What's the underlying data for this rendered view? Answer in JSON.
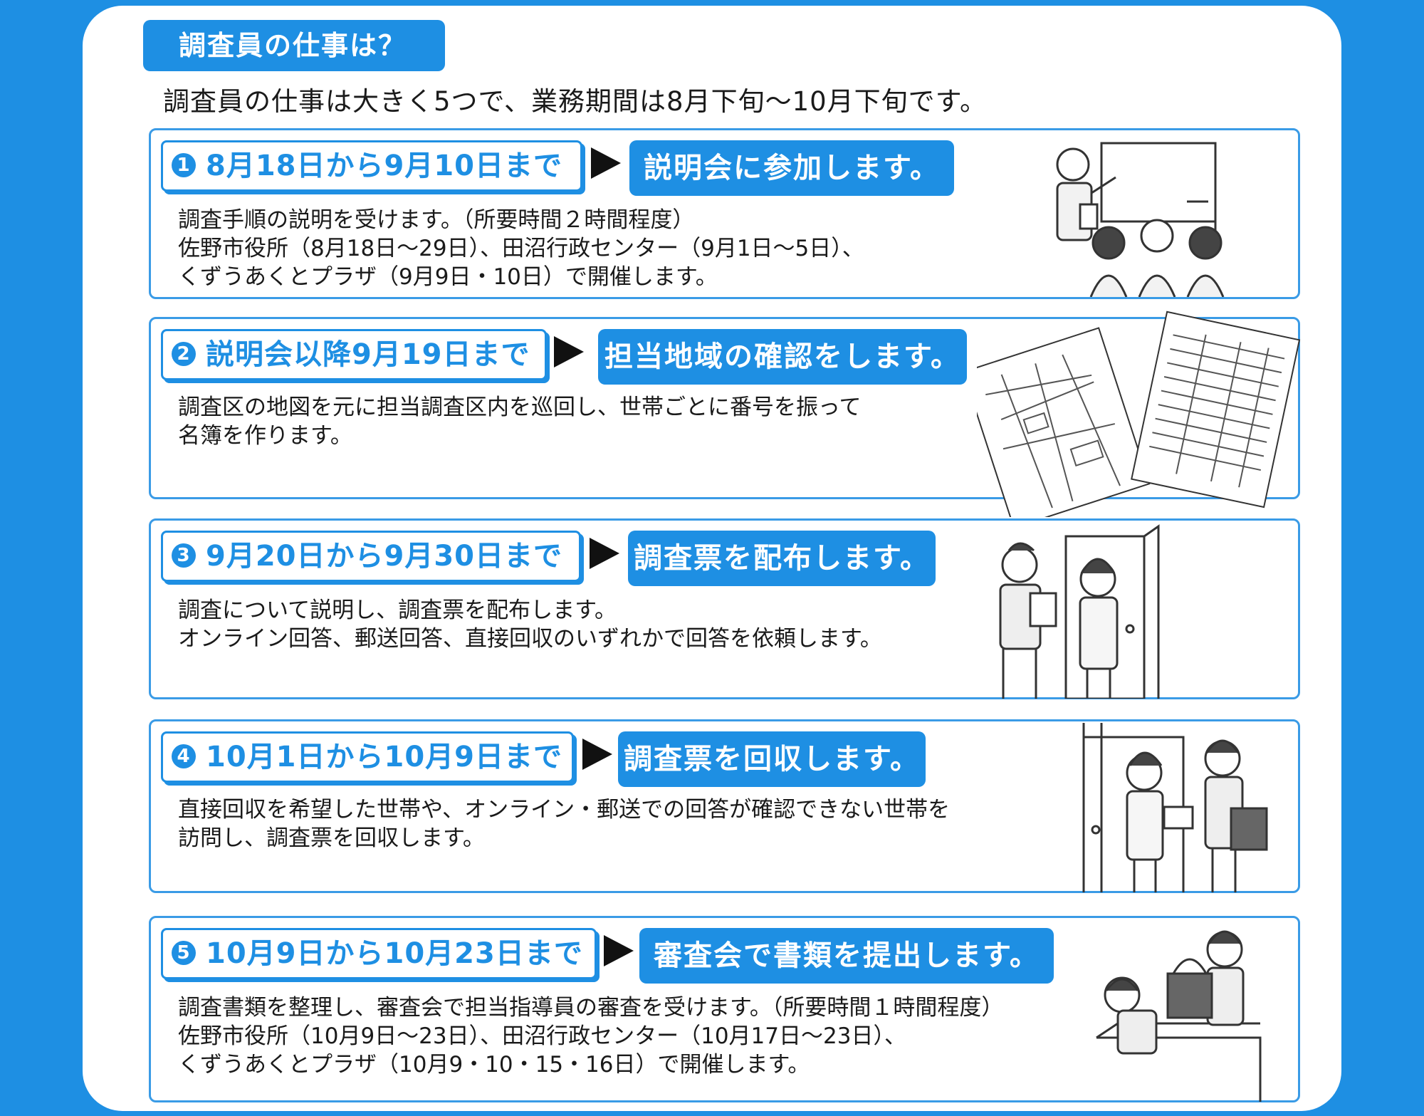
{
  "header": {
    "title": "調査員の仕事は？",
    "intro": "調査員の仕事は大きく5つで、業務期間は8月下旬～10月下旬です。"
  },
  "steps": [
    {
      "number": "1",
      "period": "8月18日から9月10日まで",
      "action": "説明会に参加します。",
      "lines": [
        "調査手順の説明を受けます。（所要時間２時間程度）",
        "佐野市役所（8月18日～29日）、田沼行政センター（9月1日～5日）、",
        "くずうあくとプラザ（9月9日・10日）で開催します。"
      ],
      "illustration": "briefing-session-illustration"
    },
    {
      "number": "2",
      "period": "説明会以降9月19日まで",
      "action": "担当地域の確認をします。",
      "lines": [
        "調査区の地図を元に担当調査区内を巡回し、世帯ごとに番号を振って",
        "名簿を作ります。"
      ],
      "illustration": "map-and-register-documents-illustration"
    },
    {
      "number": "3",
      "period": "9月20日から9月30日まで",
      "action": "調査票を配布します。",
      "lines": [
        "調査について説明し、調査票を配布します。",
        "オンライン回答、郵送回答、直接回収のいずれかで回答を依頼します。"
      ],
      "illustration": "door-visit-distribution-illustration"
    },
    {
      "number": "4",
      "period": "10月1日から10月9日まで",
      "action": "調査票を回収します。",
      "lines": [
        "直接回収を希望した世帯や、オンライン・郵送での回答が確認できない世帯を",
        "訪問し、調査票を回収します。"
      ],
      "illustration": "door-visit-collection-illustration"
    },
    {
      "number": "5",
      "period": "10月9日から10月23日まで",
      "action": "審査会で書類を提出します。",
      "lines": [
        "調査書類を整理し、審査会で担当指導員の審査を受けます。（所要時間１時間程度）",
        "佐野市役所（10月9日～23日）、田沼行政センター（10月17日～23日）、",
        "くずうあくとプラザ（10月9・10・15・16日）で開催します。"
      ],
      "illustration": "document-submission-illustration"
    }
  ],
  "colors": {
    "accent": "#1e8fe3",
    "border": "#3a9be6",
    "text": "#1a1a1a"
  }
}
